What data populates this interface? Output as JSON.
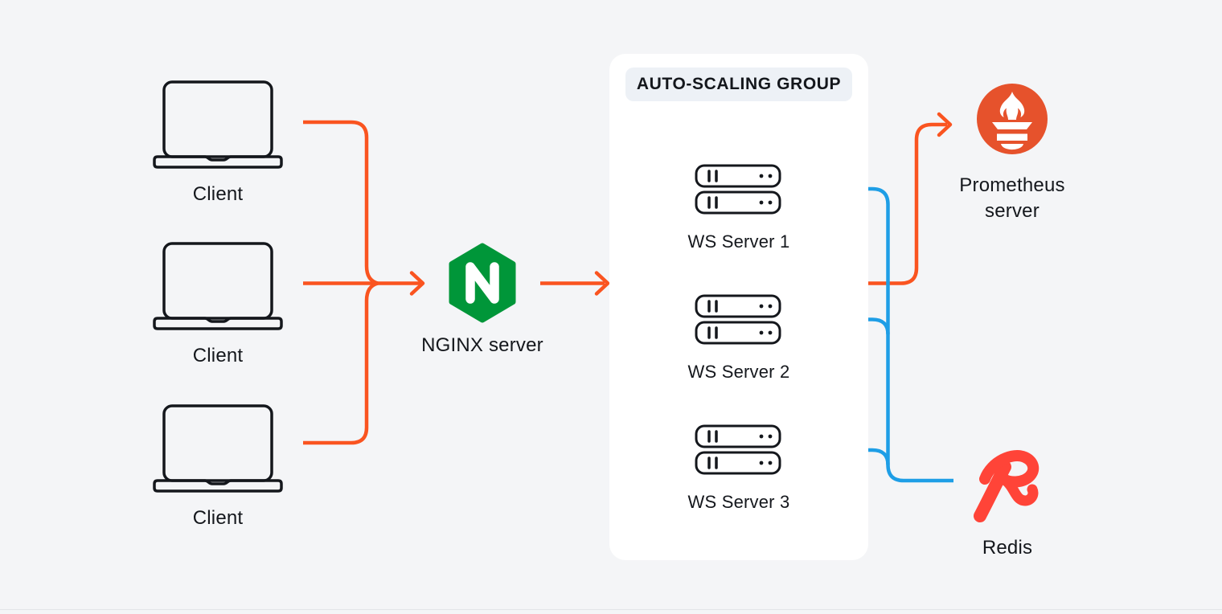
{
  "canvas": {
    "bg": "#F4F5F7",
    "panel_bg": "#FFFFFF",
    "badge_bg": "#EDF1F6",
    "text_color": "#14171C",
    "icon_stroke": "#14171C",
    "arrow_orange": "#FA5420",
    "arrow_blue": "#1E9EE6",
    "nginx_green": "#009639",
    "prometheus_orange": "#E6522C",
    "redis_red": "#FF4438"
  },
  "clients": [
    {
      "label": "Client"
    },
    {
      "label": "Client"
    },
    {
      "label": "Client"
    }
  ],
  "nginx": {
    "label": "NGINX server"
  },
  "auto_scaling_group": {
    "badge": "AUTO-SCALING GROUP",
    "servers": [
      {
        "label": "WS Server 1"
      },
      {
        "label": "WS Server 2"
      },
      {
        "label": "WS Server 3"
      }
    ]
  },
  "prometheus": {
    "label_line1": "Prometheus",
    "label_line2": "server"
  },
  "redis": {
    "label": "Redis"
  }
}
